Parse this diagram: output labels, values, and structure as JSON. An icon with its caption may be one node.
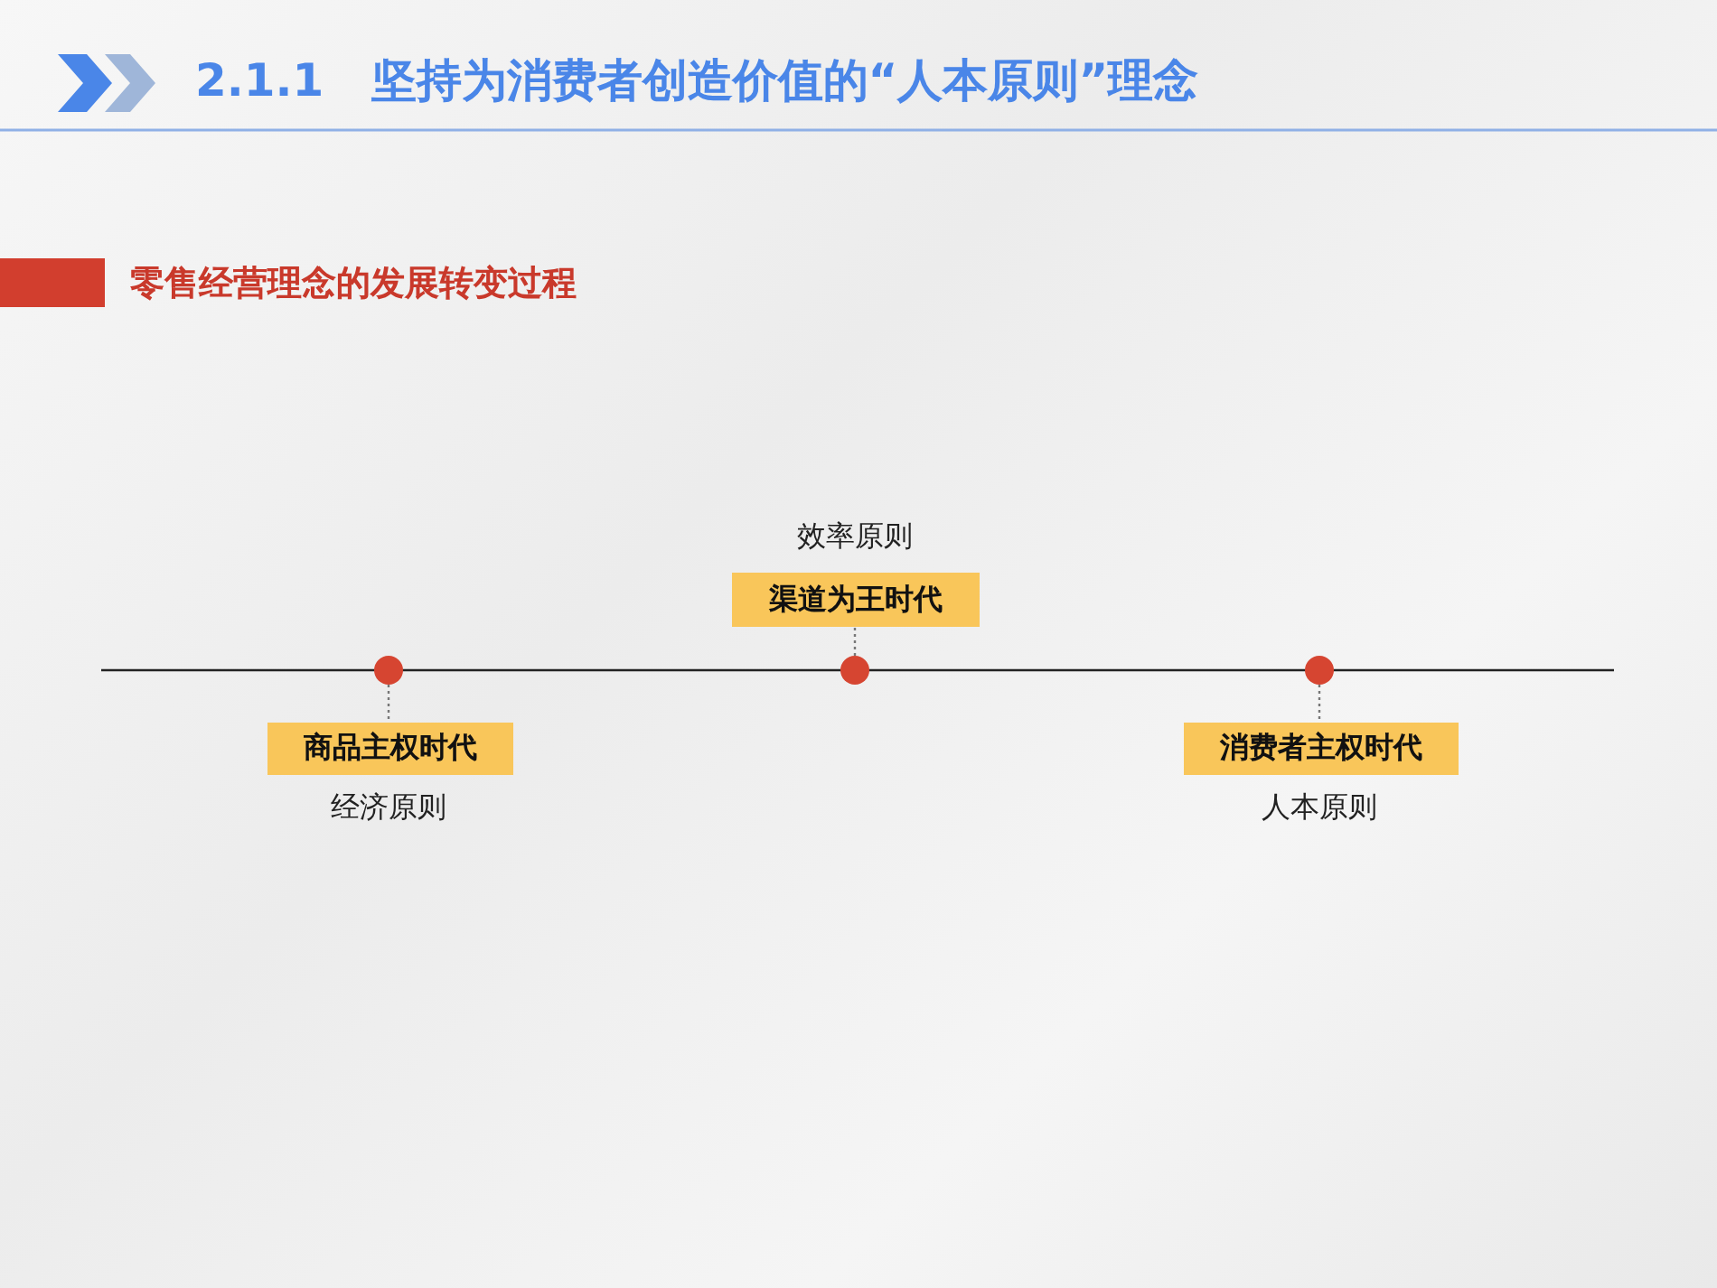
{
  "diagram": {
    "title": "2.1.1 坚持为消费者创造价值的“人本原则”理念",
    "nodes": [
      {
        "text": [
          "渠道为王时代"
        ],
        "beside": [
          "效率原则"
        ]
      },
      {
        "text": [],
        "shape": "circle"
      },
      {
        "text": [],
        "shape": "circle"
      },
      {
        "text": [],
        "shape": "circle"
      },
      {
        "text": [
          "商品主权时代"
        ],
        "beside": [
          "经济原则"
        ]
      },
      {
        "text": [
          "消费者主权时代"
        ],
        "beside": [
          "人本原则"
        ]
      }
    ],
    "edges": [
      {
        "from": 2,
        "to": 0,
        "arrow": "none",
        "style": "dashed"
      },
      {
        "from": 1,
        "to": 4,
        "arrow": "none",
        "style": "dashed"
      },
      {
        "from": 3,
        "to": 5,
        "arrow": "none",
        "style": "dashed"
      }
    ],
    "labels": [
      "零售经营理念的发展转变过程"
    ]
  }
}
